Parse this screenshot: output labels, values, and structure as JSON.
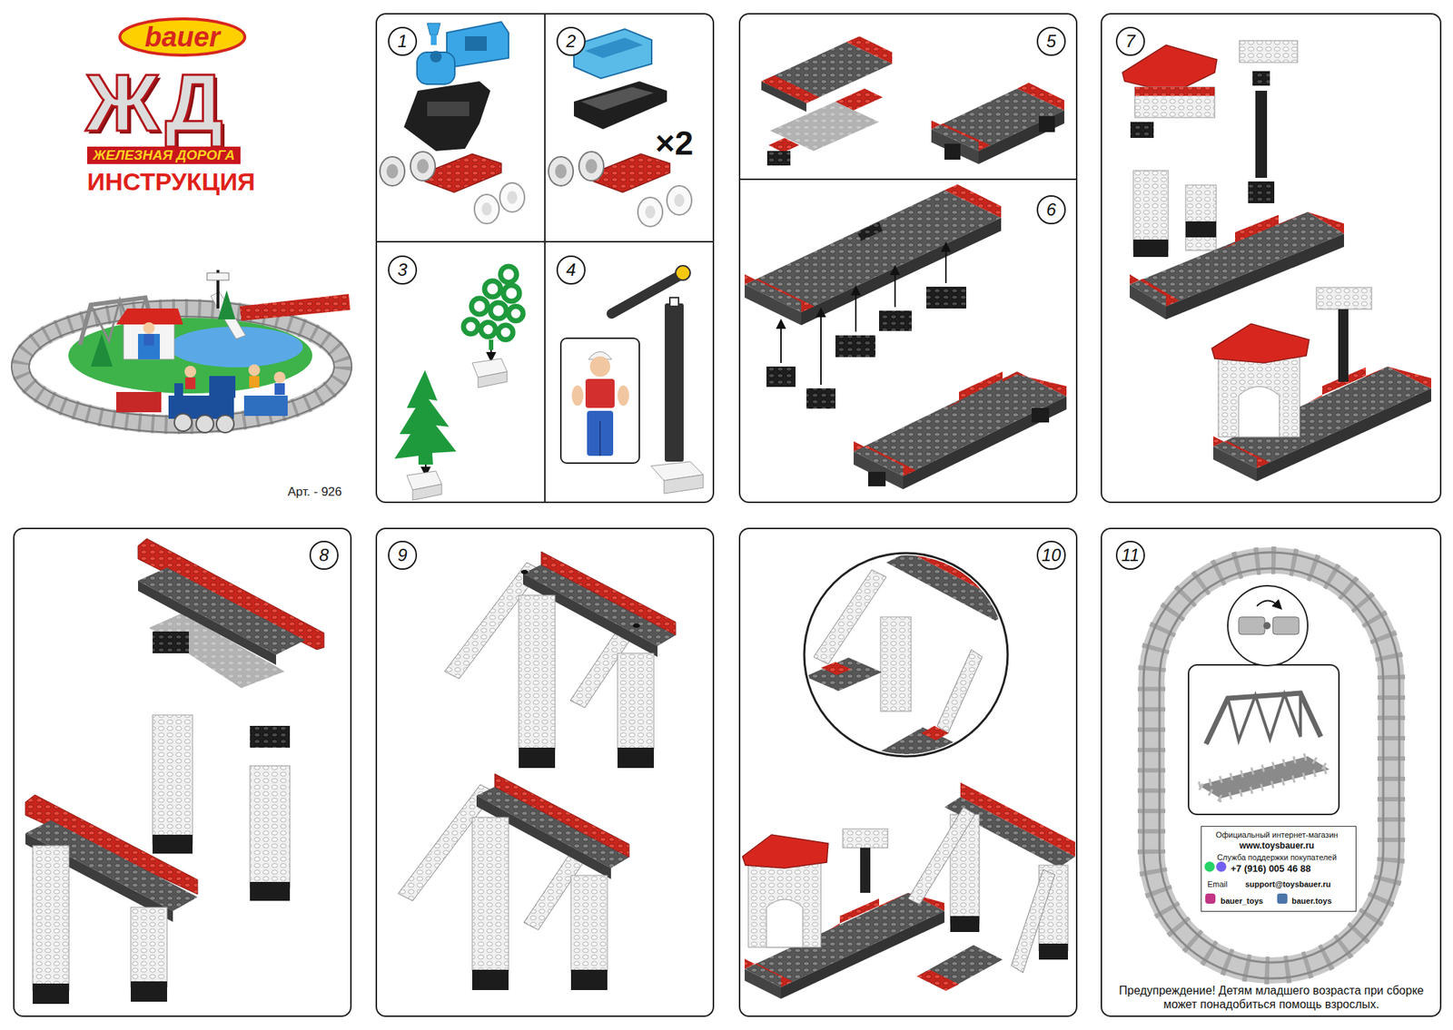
{
  "diagram": {
    "title": "ЖД",
    "nodes": [
      {
        "text": [
          "1"
        ]
      },
      {
        "text": [
          "2"
        ]
      },
      {
        "text": [
          "3"
        ]
      },
      {
        "text": [
          "4"
        ]
      },
      {
        "text": [
          "5"
        ]
      },
      {
        "text": [
          "6"
        ]
      },
      {
        "text": [
          "7"
        ]
      },
      {
        "text": [
          "8"
        ]
      },
      {
        "text": [
          "9"
        ]
      },
      {
        "text": [
          "10"
        ]
      },
      {
        "text": [
          "11"
        ]
      },
      {
        "text": [
          "Официальный интернет-магазин",
          "www.toysbauer.ru",
          "Служба поддержки покупателей",
          "+7 (916) 005 46 88",
          "Email",
          "support@toysbauer.ru",
          "bauer_toys",
          "bauer.toys"
        ],
        "in": 10
      }
    ],
    "labels": [
      "bauer",
      "ЖЕЛЕЗНАЯ ДОРОГА",
      "ИНСТРУКЦИЯ",
      "Арт. - 926",
      "×2",
      "Предупреждение! Детям младшего возраста при сборке может понадобиться помощь взрослых."
    ]
  }
}
